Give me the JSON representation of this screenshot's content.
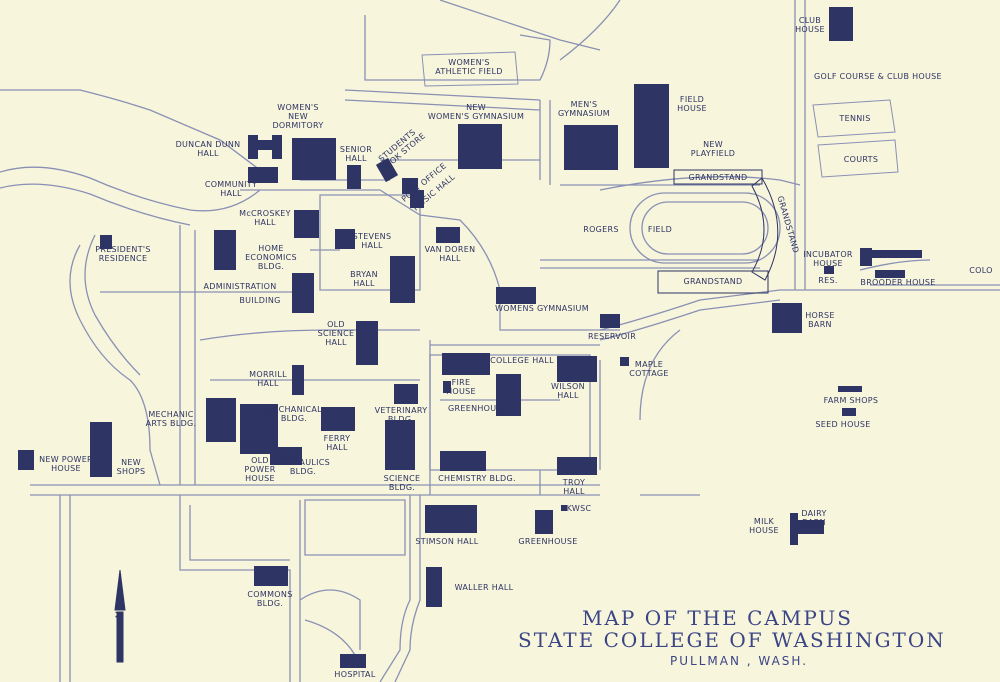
{
  "title": {
    "line1": "MAP OF THE CAMPUS",
    "line2": "STATE COLLEGE OF WASHINGTON",
    "line3": "PULLMAN , WASH."
  },
  "colors": {
    "paper": "#f7f5dc",
    "ink": "#2e3463",
    "building": "#2e3463",
    "road": "#8a90b4"
  },
  "north_arrow": "N",
  "labels": {
    "club_house": "CLUB\nHOUSE",
    "golf": "GOLF COURSE & CLUB HOUSE",
    "womens_athletic": "WOMEN'S\nATHLETIC FIELD",
    "tennis": "TENNIS",
    "courts": "COURTS",
    "womens_new_dorm": "WOMEN'S\nNEW\nDORMITORY",
    "new_womens_gym": "NEW\nWOMEN'S GYMNASIUM",
    "mens_gym": "MEN'S\nGYMNASIUM",
    "field_house": "FIELD\nHOUSE",
    "new_playfield": "NEW\nPLAYFIELD",
    "grandstand_top": "GRANDSTAND",
    "grandstand_side": "GRANDSTAND",
    "grandstand_bottom": "GRANDSTAND",
    "rogers": "ROGERS",
    "field": "FIELD",
    "duncan_dunn": "DUNCAN DUNN\nHALL",
    "senior_hall": "SENIOR\nHALL",
    "students_book_store": "STUDENTS\nBOOK STORE",
    "post_office": "POST OFFICE",
    "music_hall": "MUSIC HALL",
    "community_hall": "COMMUNITY\nHALL",
    "mccroskey": "McCROSKEY\nHALL",
    "stevens": "STEVENS\nHALL",
    "van_doren": "VAN DOREN\nHALL",
    "presidents_residence": "PRESIDENT'S\nRESIDENCE",
    "home_ec": "HOME\nECONOMICS\nBLDG.",
    "bryan": "BRYAN\nHALL",
    "administration": "ADMINISTRATION",
    "building": "BUILDING",
    "incubator_house": "INCUBATOR\nHOUSE",
    "res": "RES.",
    "brooder_house": "BROODER HOUSE",
    "colo": "COLO",
    "womens_gymnasium": "WOMENS GYMNASIUM",
    "horse_barn": "HORSE\nBARN",
    "reservoir": "RESERVOIR",
    "old_science": "OLD\nSCIENCE\nHALL",
    "college_hall": "COLLEGE HALL",
    "maple_cottage": "MAPLE\nCOTTAGE",
    "morrill": "MORRILL\nHALL",
    "fire_house": "FIRE\nHOUSE",
    "wilson": "WILSON\nHALL",
    "greenhouse_mid": "GREENHOUSE",
    "farm_shops": "FARM SHOPS",
    "seed_house": "SEED HOUSE",
    "mechanic_arts": "MECHANIC\nARTS BLDG.",
    "mechanical_bldg": "MECHANICAL\nBLDG.",
    "veterinary": "VETERINARY\nBLDG.",
    "ferry": "FERRY\nHALL",
    "new_power_house": "NEW POWER\nHOUSE",
    "new_shops": "NEW\nSHOPS",
    "old_power_house": "OLD\nPOWER\nHOUSE",
    "hydraulics": "HYDRAULICS\nBLDG.",
    "science_bldg": "SCIENCE BLDG.",
    "chemistry": "CHEMISTRY BLDG.",
    "troy": "TROY\nHALL",
    "kwsc": "KWSC",
    "milk_house": "MILK\nHOUSE",
    "dairy_barn": "DAIRY\nBARN",
    "stimson": "STIMSON HALL",
    "greenhouse_low": "GREENHOUSE",
    "commons": "COMMONS\nBLDG.",
    "waller": "WALLER HALL",
    "hospital": "HOSPITAL"
  }
}
